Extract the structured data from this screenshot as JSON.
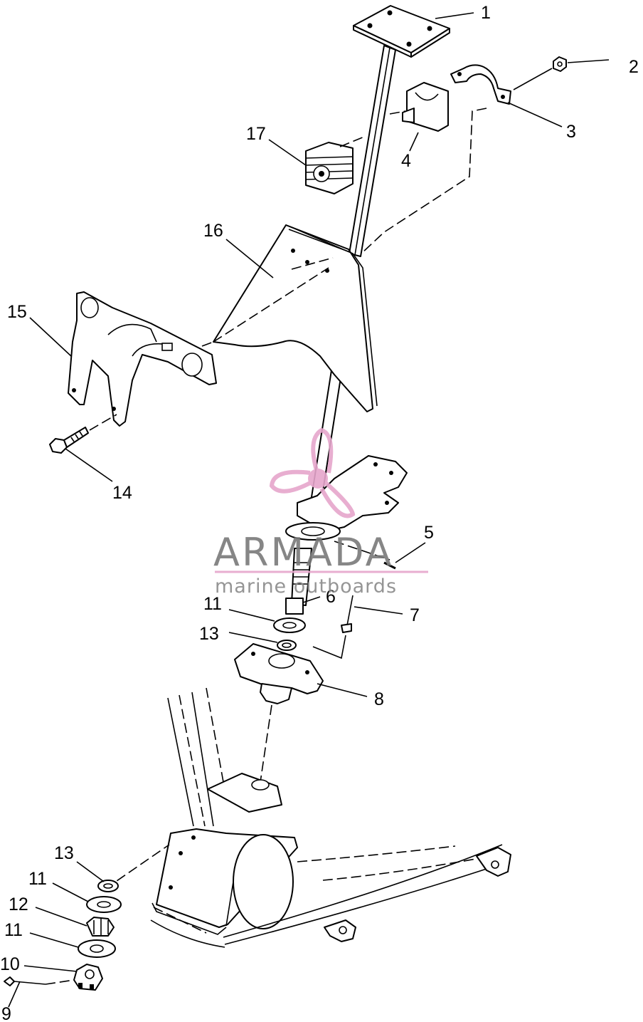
{
  "callouts": [
    {
      "id": "1",
      "label": "1"
    },
    {
      "id": "2",
      "label": "2"
    },
    {
      "id": "3",
      "label": "3"
    },
    {
      "id": "4",
      "label": "4"
    },
    {
      "id": "5",
      "label": "5"
    },
    {
      "id": "6",
      "label": "6"
    },
    {
      "id": "7",
      "label": "7"
    },
    {
      "id": "8",
      "label": "8"
    },
    {
      "id": "9",
      "label": "9"
    },
    {
      "id": "10",
      "label": "10"
    },
    {
      "id": "11a",
      "label": "11"
    },
    {
      "id": "11b",
      "label": "11"
    },
    {
      "id": "11c",
      "label": "11"
    },
    {
      "id": "12",
      "label": "12"
    },
    {
      "id": "13a",
      "label": "13"
    },
    {
      "id": "13b",
      "label": "13"
    },
    {
      "id": "14",
      "label": "14"
    },
    {
      "id": "15",
      "label": "15"
    },
    {
      "id": "16",
      "label": "16"
    },
    {
      "id": "17",
      "label": "17"
    }
  ],
  "watermark": {
    "brand": "ARMADA",
    "tagline": "marine outboards",
    "logo_icon": "propeller-icon",
    "brand_color": "#e6a6cc",
    "text_color": "#7a7a7a"
  }
}
